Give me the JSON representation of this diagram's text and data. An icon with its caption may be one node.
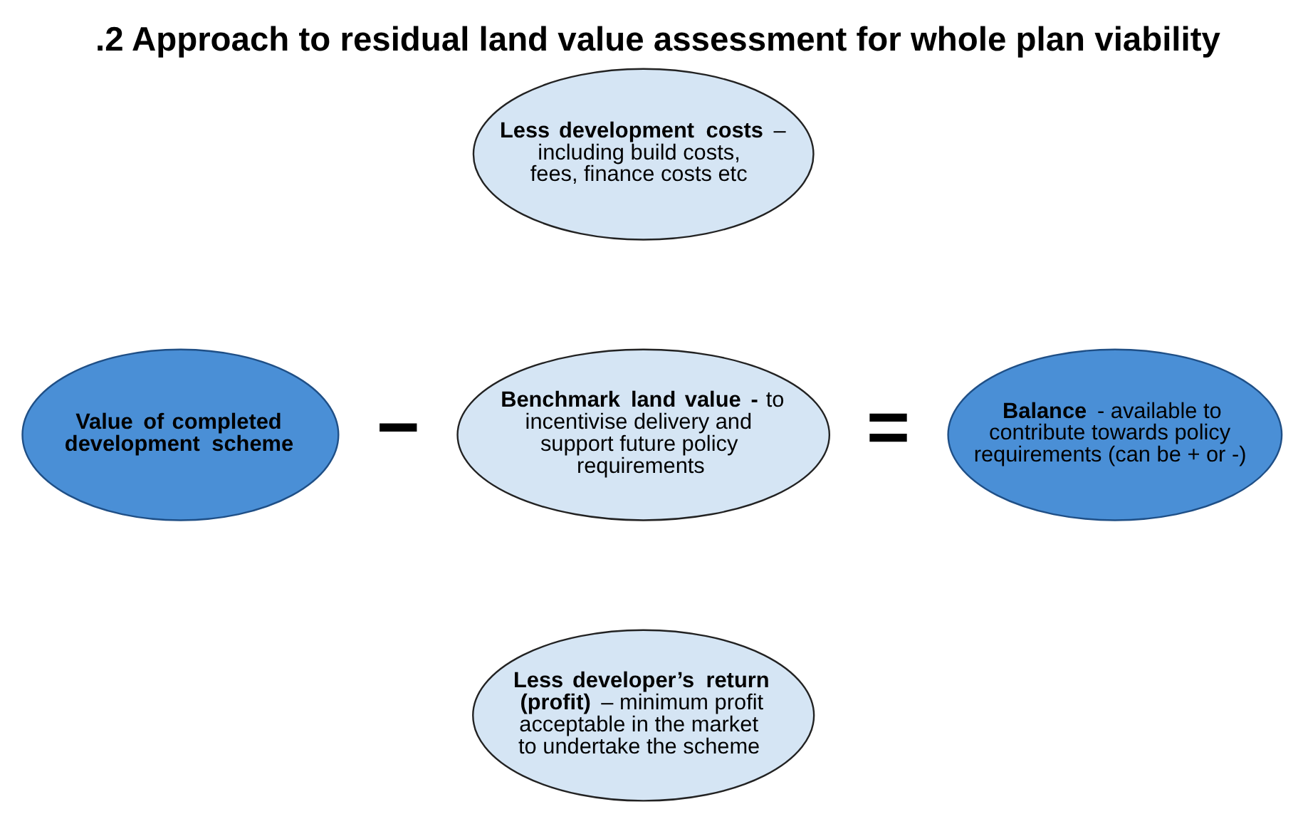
{
  "diagram": {
    "title": ".2 Approach to residual land value assessment for whole plan viability",
    "nodes": [
      {
        "text": [
          "**Less development costs** – including build costs, fees, finance costs etc"
        ]
      },
      {
        "text": [
          "**Value of completed development scheme**"
        ]
      },
      {
        "text": [
          "**Benchmark land value -** to incentivise delivery and support future policy requirements"
        ]
      },
      {
        "text": [
          "**Balance** - available to contribute towards policy requirements (can be + or -)"
        ]
      },
      {
        "text": [
          "**Less developer’s return (profit)** – minimum profit acceptable in the market to undertake the scheme"
        ]
      }
    ],
    "labels": [
      "−",
      "="
    ]
  }
}
